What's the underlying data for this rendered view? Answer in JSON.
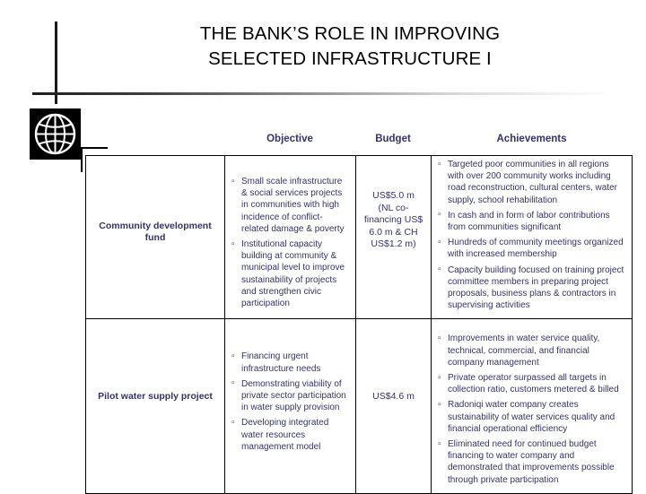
{
  "slide": {
    "title_line1": "THE BANK’S ROLE IN IMPROVING",
    "title_line2": "SELECTED INFRASTRUCTURE I",
    "logo_name": "world-bank-globe-logo",
    "accent_color": "#333366",
    "rule_color": "#1a1a1a"
  },
  "table": {
    "headers": {
      "name": "",
      "objective": "Objective",
      "budget": "Budget",
      "achievements": "Achievements"
    },
    "rows": [
      {
        "name": "Community development fund",
        "objectives": [
          "Small scale infrastructure & social services projects in communities with high incidence of conflict-related damage & poverty",
          "Institutional capacity building at community & municipal level to improve sustainability of projects and strengthen civic participation"
        ],
        "budget_lines": [
          "US$5.0 m",
          "(NL co-",
          "financing US$",
          "6.0 m & CH",
          "US$1.2 m)"
        ],
        "achievements": [
          "Targeted poor communities in all regions with over 200 community works including road reconstruction, cultural centers, water supply, school rehabilitation",
          "In cash and in form of labor contributions from communities significant",
          "Hundreds of community meetings organized with increased membership",
          "Capacity building focused on training project committee members in preparing project proposals, business plans & contractors in supervising activities"
        ]
      },
      {
        "name": "Pilot water supply project",
        "objectives": [
          "Financing urgent infrastructure needs",
          "Demonstrating viability of private sector participation in water supply provision",
          "Developing integrated water resources management model"
        ],
        "budget_lines": [
          "US$4.6 m"
        ],
        "achievements": [
          "Improvements in water service quality, technical, commercial, and financial company management",
          "Private operator surpassed all targets in collection ratio, customers metered & billed",
          "Radoniqi water company creates sustainability of water services quality and financial operational efficiency",
          "Eliminated need for continued budget financing to water company and demonstrated that improvements possible through private participation"
        ]
      }
    ]
  }
}
